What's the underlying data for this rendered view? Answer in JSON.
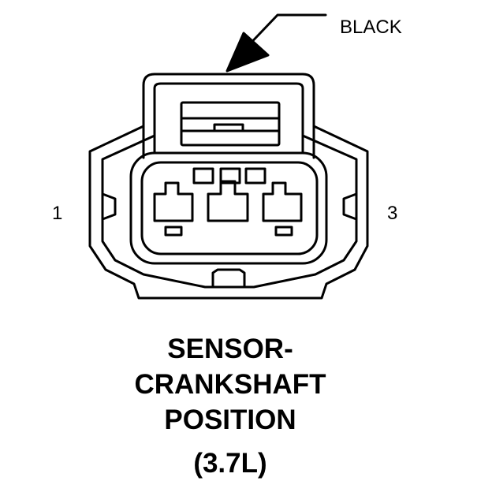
{
  "callout": {
    "label": "BLACK"
  },
  "pins": {
    "left_label": "1",
    "right_label": "3"
  },
  "caption": {
    "lines": [
      "SENSOR-",
      "CRANKSHAFT",
      "POSITION",
      "(3.7L)"
    ]
  },
  "colors": {
    "line": "#000000",
    "background": "#ffffff"
  }
}
